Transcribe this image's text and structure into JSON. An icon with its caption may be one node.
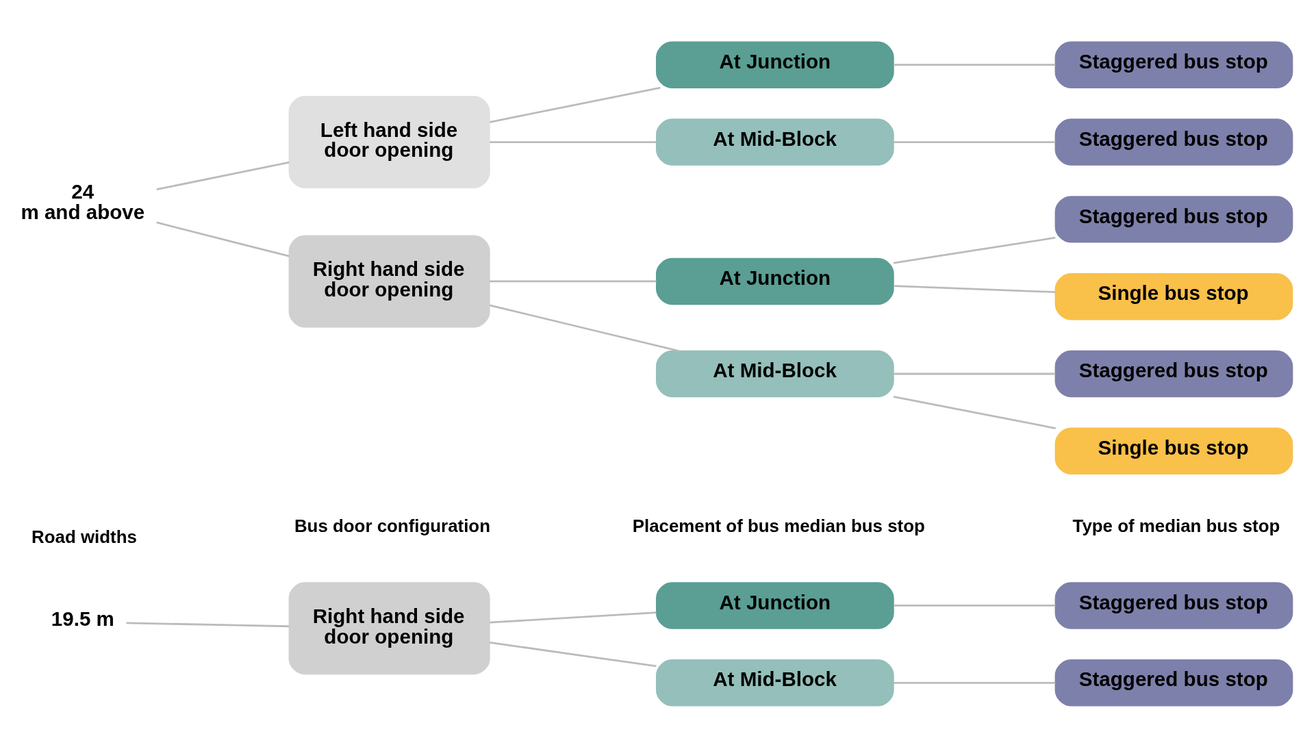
{
  "diagram": {
    "nodes": [
      {
        "text": [
          "19.5 m"
        ]
      },
      {
        "text": [
          "24 m and above"
        ]
      },
      {
        "text": [
          "Right hand side door opening"
        ]
      },
      {
        "text": [
          "Left hand side door opening"
        ]
      },
      {
        "text": [
          "Right hand side door opening"
        ]
      },
      {
        "text": [
          "At Junction"
        ]
      },
      {
        "text": [
          "At Mid-Block"
        ]
      },
      {
        "text": [
          "At Junction"
        ]
      },
      {
        "text": [
          "At Mid-Block"
        ]
      },
      {
        "text": [
          "At Junction"
        ]
      },
      {
        "text": [
          "At Mid-Block"
        ]
      },
      {
        "text": [
          "Staggered bus stop"
        ]
      },
      {
        "text": [
          "Staggered bus stop"
        ]
      },
      {
        "text": [
          "Staggered bus stop"
        ]
      },
      {
        "text": [
          "Staggered bus stop"
        ]
      },
      {
        "text": [
          "Staggered bus stop"
        ]
      },
      {
        "text": [
          "Single bus stop"
        ]
      },
      {
        "text": [
          "Staggered bus stop"
        ]
      },
      {
        "text": [
          "Single bus stop"
        ]
      }
    ],
    "edges": [
      {
        "from": 0,
        "to": 2,
        "arrow": "none"
      },
      {
        "from": 1,
        "to": 3,
        "arrow": "none"
      },
      {
        "from": 1,
        "to": 4,
        "arrow": "none"
      },
      {
        "from": 2,
        "to": 5,
        "arrow": "none"
      },
      {
        "from": 2,
        "to": 6,
        "arrow": "none"
      },
      {
        "from": 3,
        "to": 7,
        "arrow": "none"
      },
      {
        "from": 3,
        "to": 8,
        "arrow": "none"
      },
      {
        "from": 4,
        "to": 9,
        "arrow": "none"
      },
      {
        "from": 4,
        "to": 10,
        "arrow": "none"
      },
      {
        "from": 5,
        "to": 11,
        "arrow": "none"
      },
      {
        "from": 6,
        "to": 12,
        "arrow": "none"
      },
      {
        "from": 7,
        "to": 13,
        "arrow": "none"
      },
      {
        "from": 8,
        "to": 14,
        "arrow": "none"
      },
      {
        "from": 9,
        "to": 15,
        "arrow": "none"
      },
      {
        "from": 9,
        "to": 16,
        "arrow": "none"
      },
      {
        "from": 10,
        "to": 17,
        "arrow": "none"
      },
      {
        "from": 10,
        "to": 18,
        "arrow": "none"
      }
    ],
    "labels": [
      "Road widths",
      "Bus door configuration",
      "Placement of bus median bus stop",
      "Type of median bus stop"
    ]
  }
}
